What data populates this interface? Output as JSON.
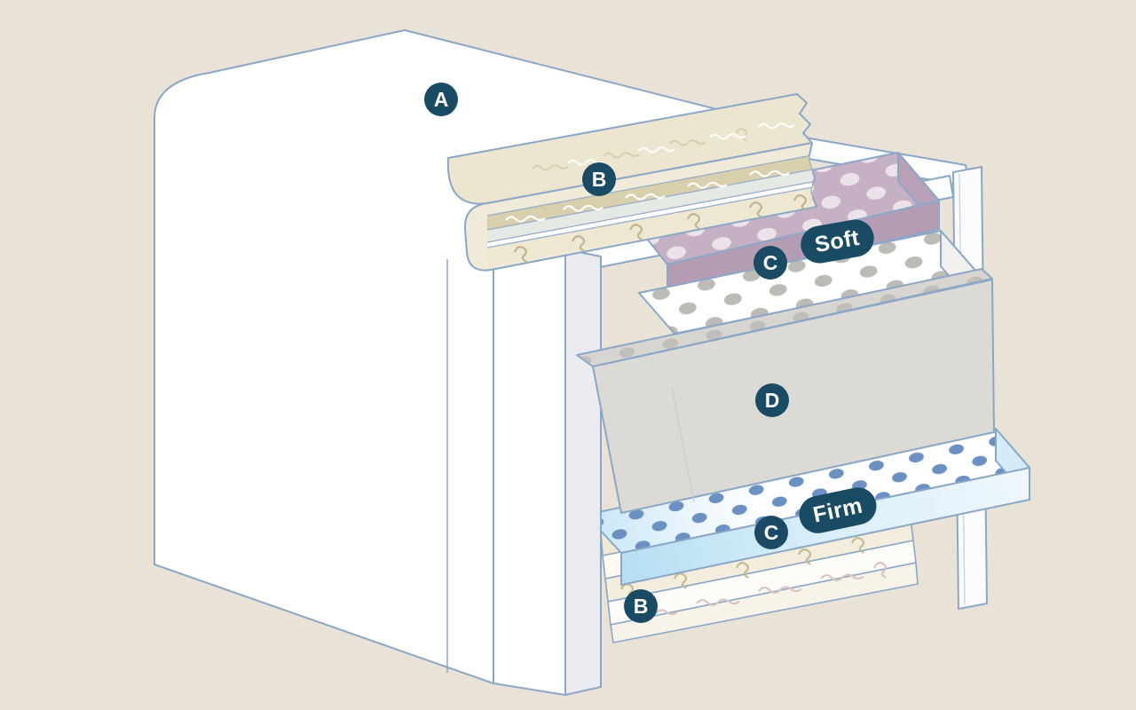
{
  "scene": {
    "type": "mattress-layers-cutaway-diagram",
    "background_color": "#e9e2d7",
    "outline_color": "#8ba7c7",
    "badge_color": "#1a4b64",
    "badge_text_color": "#ffffff",
    "layer_colors": {
      "cover": "#ffffff",
      "quilt_cream": "#efe9d3",
      "quilt_tan": "#d8d0ad",
      "soft_layer_mauve": "#c6b0c4",
      "transition_white": "#ffffff",
      "core_gray": "#dbdad5",
      "firm_layer_blue": "#b5dff3"
    }
  },
  "labels": {
    "a": "A",
    "b_top": "B",
    "c_soft": "C",
    "soft_tag": "Soft",
    "d": "D",
    "c_firm": "C",
    "firm_tag": "Firm",
    "b_bottom": "B"
  }
}
